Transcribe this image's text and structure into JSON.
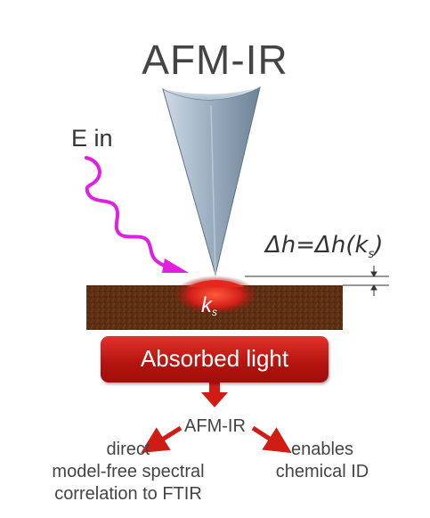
{
  "title": "AFM-IR",
  "incident_label": "E in",
  "height_change_label": "Δh=Δh(k",
  "height_change_sub": "s",
  "height_change_close": ")",
  "sample_label": "k",
  "sample_label_sub": "s",
  "absorbed_label": "Absorbed light",
  "technique_label": "AFM-IR",
  "left_outcome": [
    "direct",
    "model-free spectral",
    "correlation to FTIR"
  ],
  "right_outcome": [
    "enables",
    "chemical ID"
  ],
  "colors": {
    "wave": "#e21ce2",
    "sample": "#5a2d10",
    "hotspot": "#d8211b",
    "box": "#c41d17",
    "arrow": "#d01c15",
    "tip": "#8a9eb0"
  }
}
